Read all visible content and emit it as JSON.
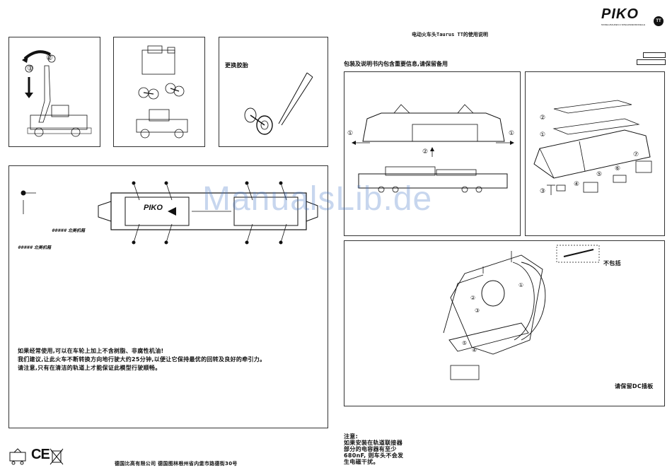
{
  "brand": {
    "logo": "PIKO",
    "logo_badge": "TT",
    "tagline": "MODELLBAHNEN & SPIELWARENMODELLE"
  },
  "header": {
    "doc_title": "电动火车头Taurus TT的使用说明",
    "keep_note": "包装及说明书内包含重要信息,请保留备用"
  },
  "panels": {
    "step1": {
      "label_1": "①",
      "label_2": "②"
    },
    "step3": {
      "title": "更换胶胎"
    },
    "main": {
      "caption_a": "#####  北美机箱",
      "caption_b": "#####  北美机箱",
      "loco_brand": "PIKO",
      "oil_notes": [
        "如果经常使用,可以在车轮上加上不含树脂、非腐性机油!",
        "我们建议,让此火车不断转换方向地行驶大约25分钟,以便让它保持最优的回转及良好的牵引力。",
        "请注意,只有在清洁的轨道上才能保证此模型行驶顺畅。"
      ]
    },
    "disassembly": {
      "m1": "①",
      "m2": "②",
      "m1b": "①"
    },
    "exploded": {
      "m2": "②",
      "m1": "①",
      "m3": "③",
      "m4": "④",
      "m5": "⑤",
      "m6": "⑥",
      "m7": "⑦"
    },
    "dc": {
      "not_included": "不包括",
      "keep_dc": "请保留DC插板",
      "m1": "①",
      "m2": "②",
      "m3": "③",
      "m4": "④",
      "m5": "⑤"
    }
  },
  "notice": {
    "title": "注意:",
    "lines": [
      "如果安装在轨道联接器",
      "部分的电容器有至少",
      "680nF, 则车头不会发",
      "生电磁干扰。"
    ]
  },
  "footer": {
    "company": "德国比高有限公司   德国图林根州省内堡市路德街30号",
    "ce": "CE"
  },
  "watermark": "ManualsLib.de"
}
